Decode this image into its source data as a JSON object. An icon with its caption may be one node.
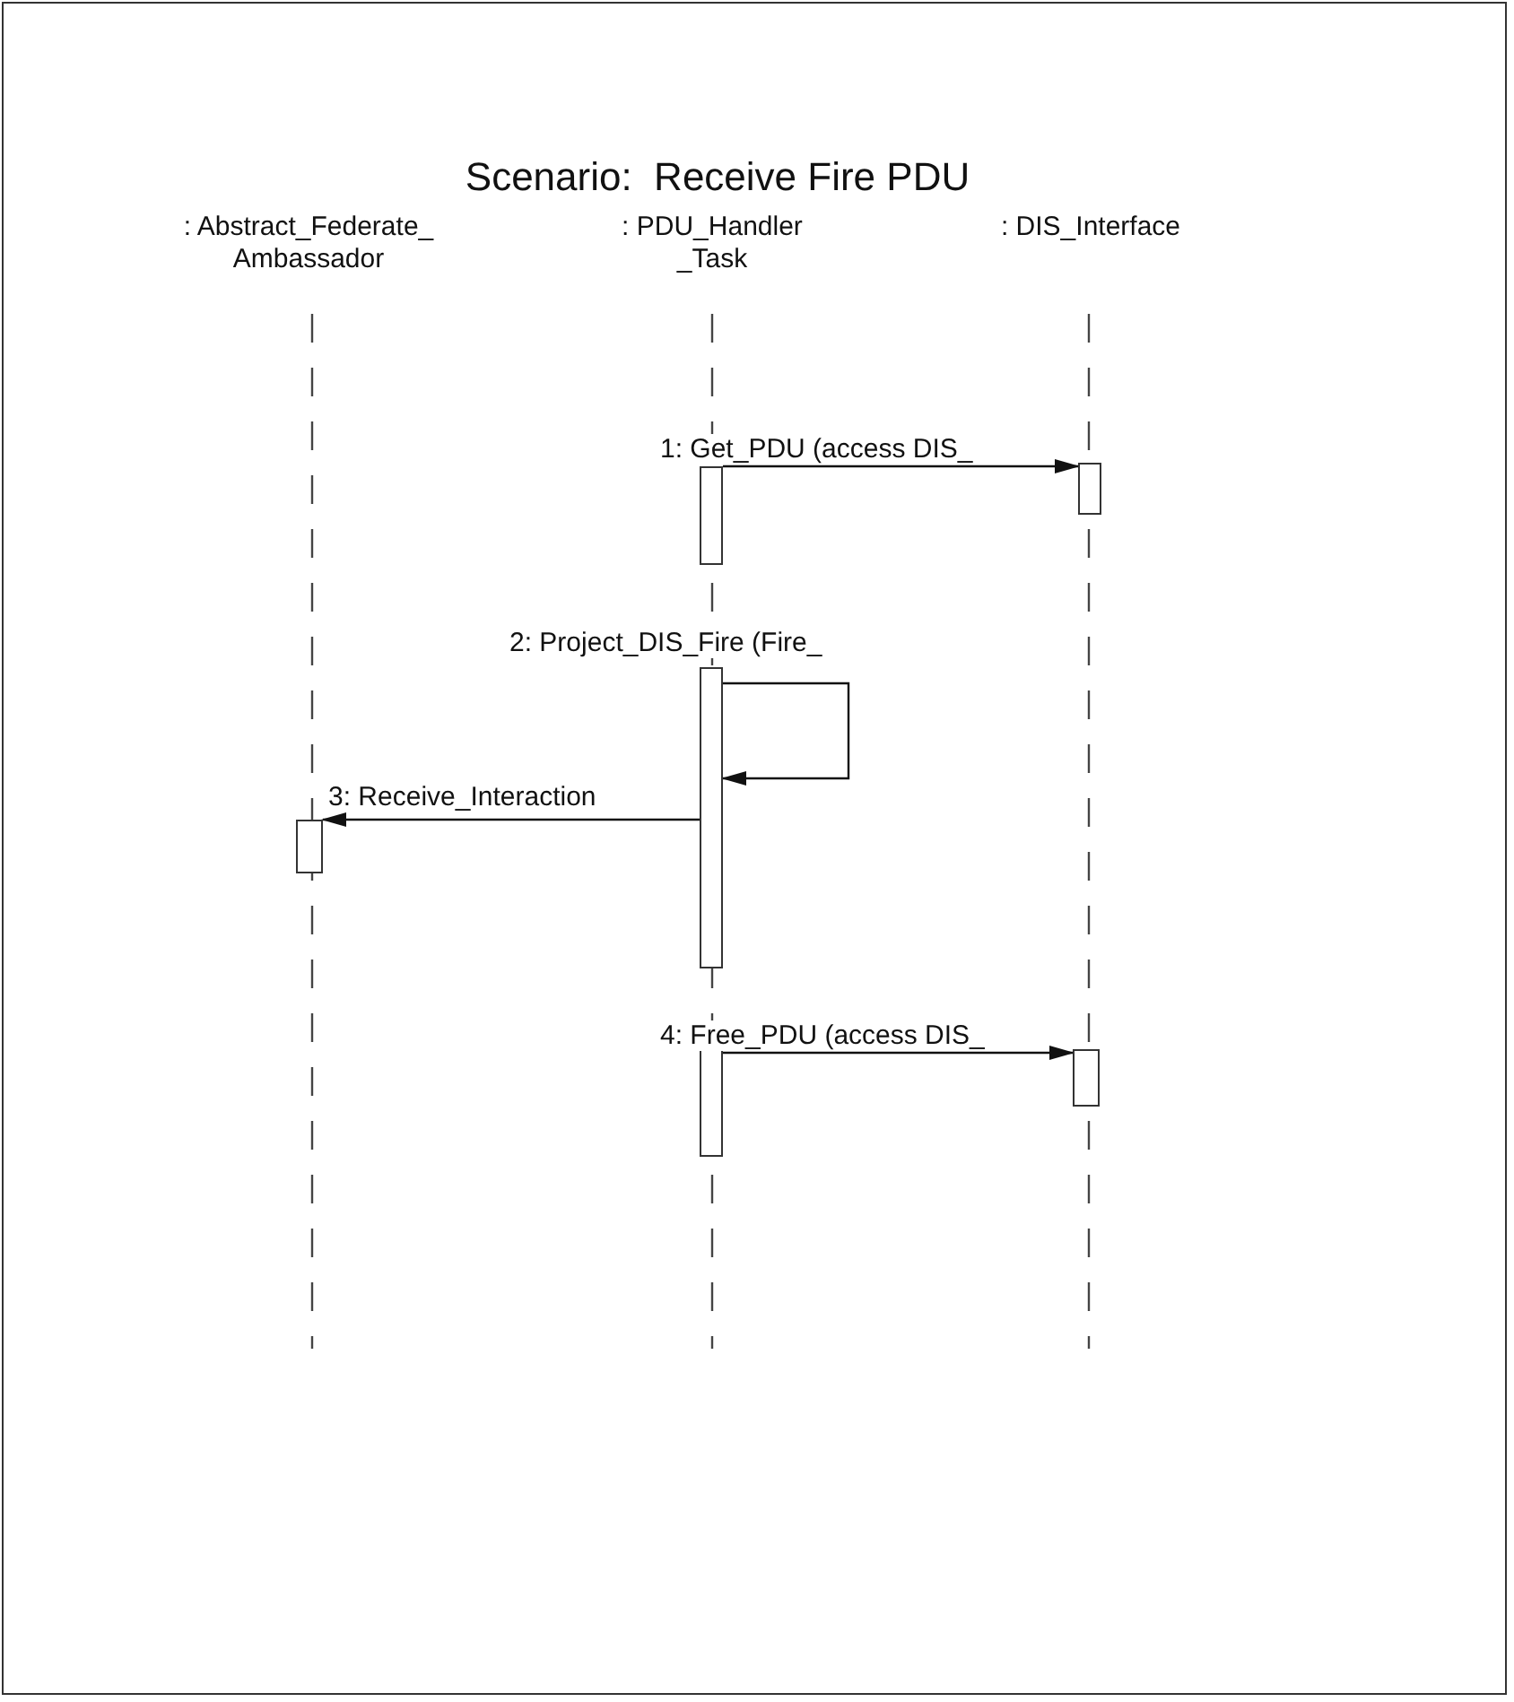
{
  "diagram": {
    "title": "Scenario:  Receive Fire PDU",
    "nodes": [
      {
        "text": [
          ": Abstract_Federate_ Ambassador"
        ]
      },
      {
        "text": [
          ": PDU_Handler _Task"
        ]
      },
      {
        "text": [
          ": DIS_Interface"
        ]
      },
      {
        "text": [],
        "shape": "bar"
      },
      {
        "text": [],
        "shape": "bar"
      },
      {
        "text": [],
        "shape": "bar"
      },
      {
        "text": [],
        "shape": "bar"
      },
      {
        "text": [],
        "shape": "bar"
      },
      {
        "text": [],
        "shape": "bar"
      }
    ],
    "edges": [
      {
        "from": 3,
        "to": 4,
        "arrow": "to",
        "label": "1: Get_PDU (access DIS_"
      },
      {
        "from": 5,
        "to": 5,
        "arrow": "to",
        "label": "2: Project_DIS_Fire (Fire_"
      },
      {
        "from": 5,
        "to": 6,
        "arrow": "to",
        "label": "3: Receive_Interaction"
      },
      {
        "from": 7,
        "to": 8,
        "arrow": "to",
        "label": "4: Free_PDU (access DIS_"
      }
    ]
  }
}
